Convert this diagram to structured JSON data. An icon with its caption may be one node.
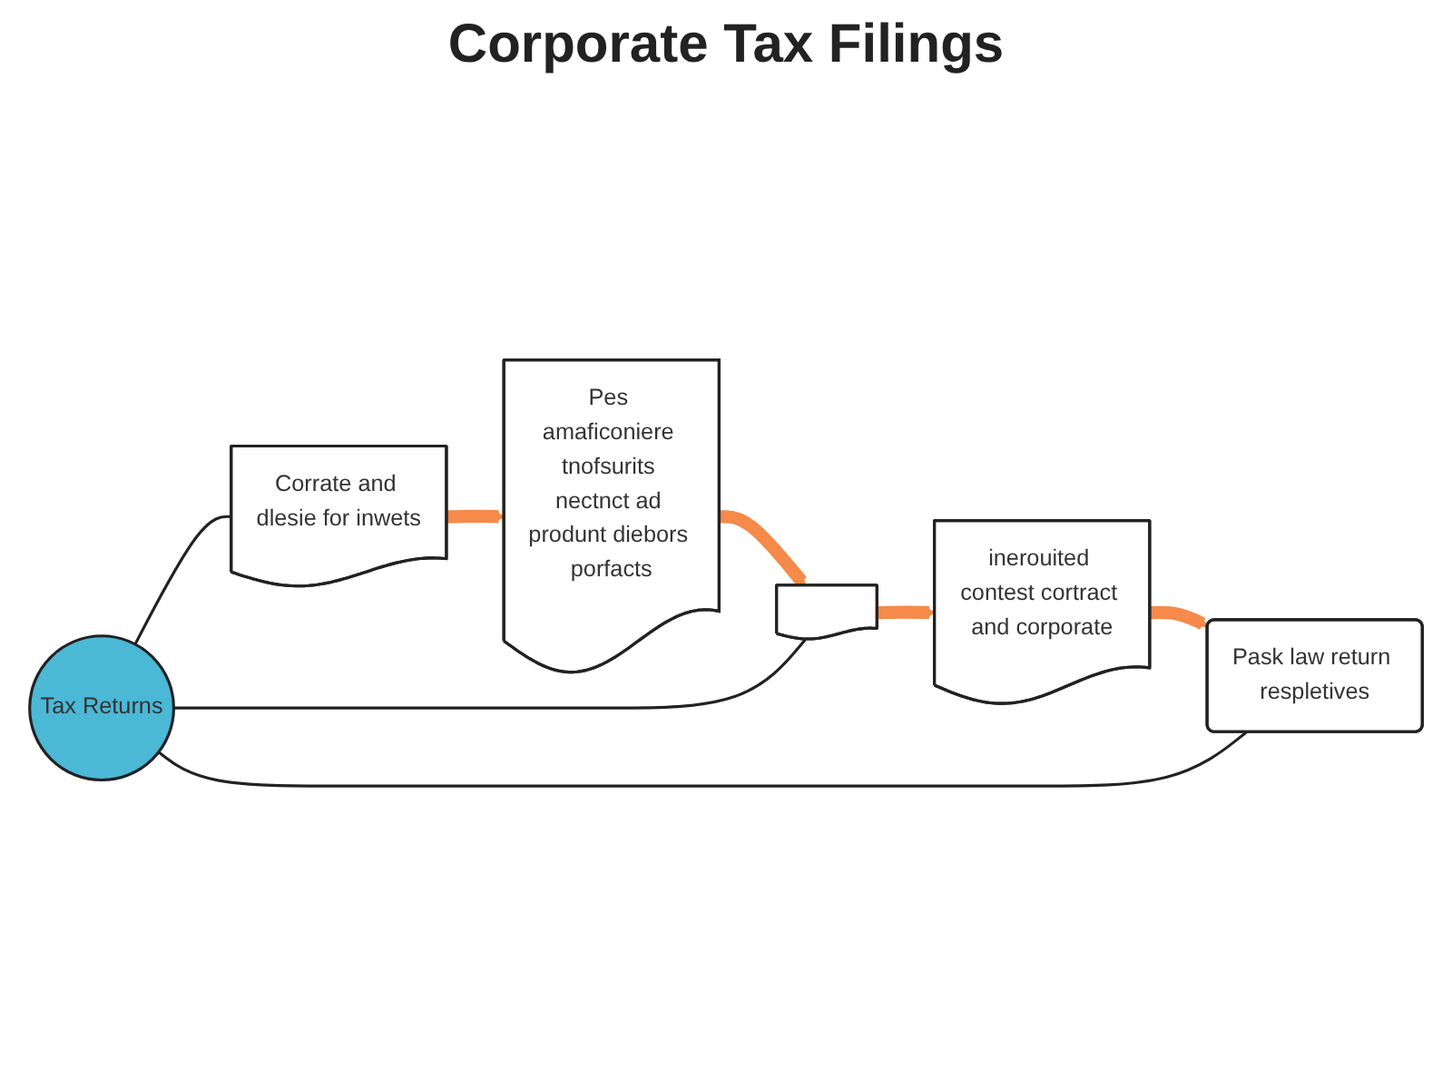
{
  "diagram": {
    "title": "Corporate Tax Filings",
    "nodes": [
      {
        "text": [],
        "shape": "document"
      },
      {
        "text": [
          "Tax Returns"
        ]
      },
      {
        "text": [
          "inerouited contest cortract and corporate"
        ]
      },
      {
        "text": [
          "Pask law return respletives"
        ]
      },
      {
        "text": [
          "Corrate and dlesie for inwets"
        ]
      },
      {
        "text": [
          "Pes amaficoniere tnofsurits nectnct ad produnt diebors porfacts"
        ]
      }
    ],
    "edges": [
      {
        "from": 0,
        "to": 2,
        "arrow": "to"
      },
      {
        "from": 2,
        "to": 3,
        "arrow": "to"
      },
      {
        "from": 4,
        "to": 5,
        "arrow": "to"
      },
      {
        "from": 5,
        "to": 0,
        "arrow": "to"
      },
      {
        "from": 1,
        "to": 0,
        "arrow": "none",
        "color": "#222222"
      },
      {
        "from": 1,
        "to": 4,
        "arrow": "none",
        "color": "#222222"
      },
      {
        "from": 1,
        "to": 3,
        "arrow": "none",
        "color": "#222222"
      }
    ]
  }
}
